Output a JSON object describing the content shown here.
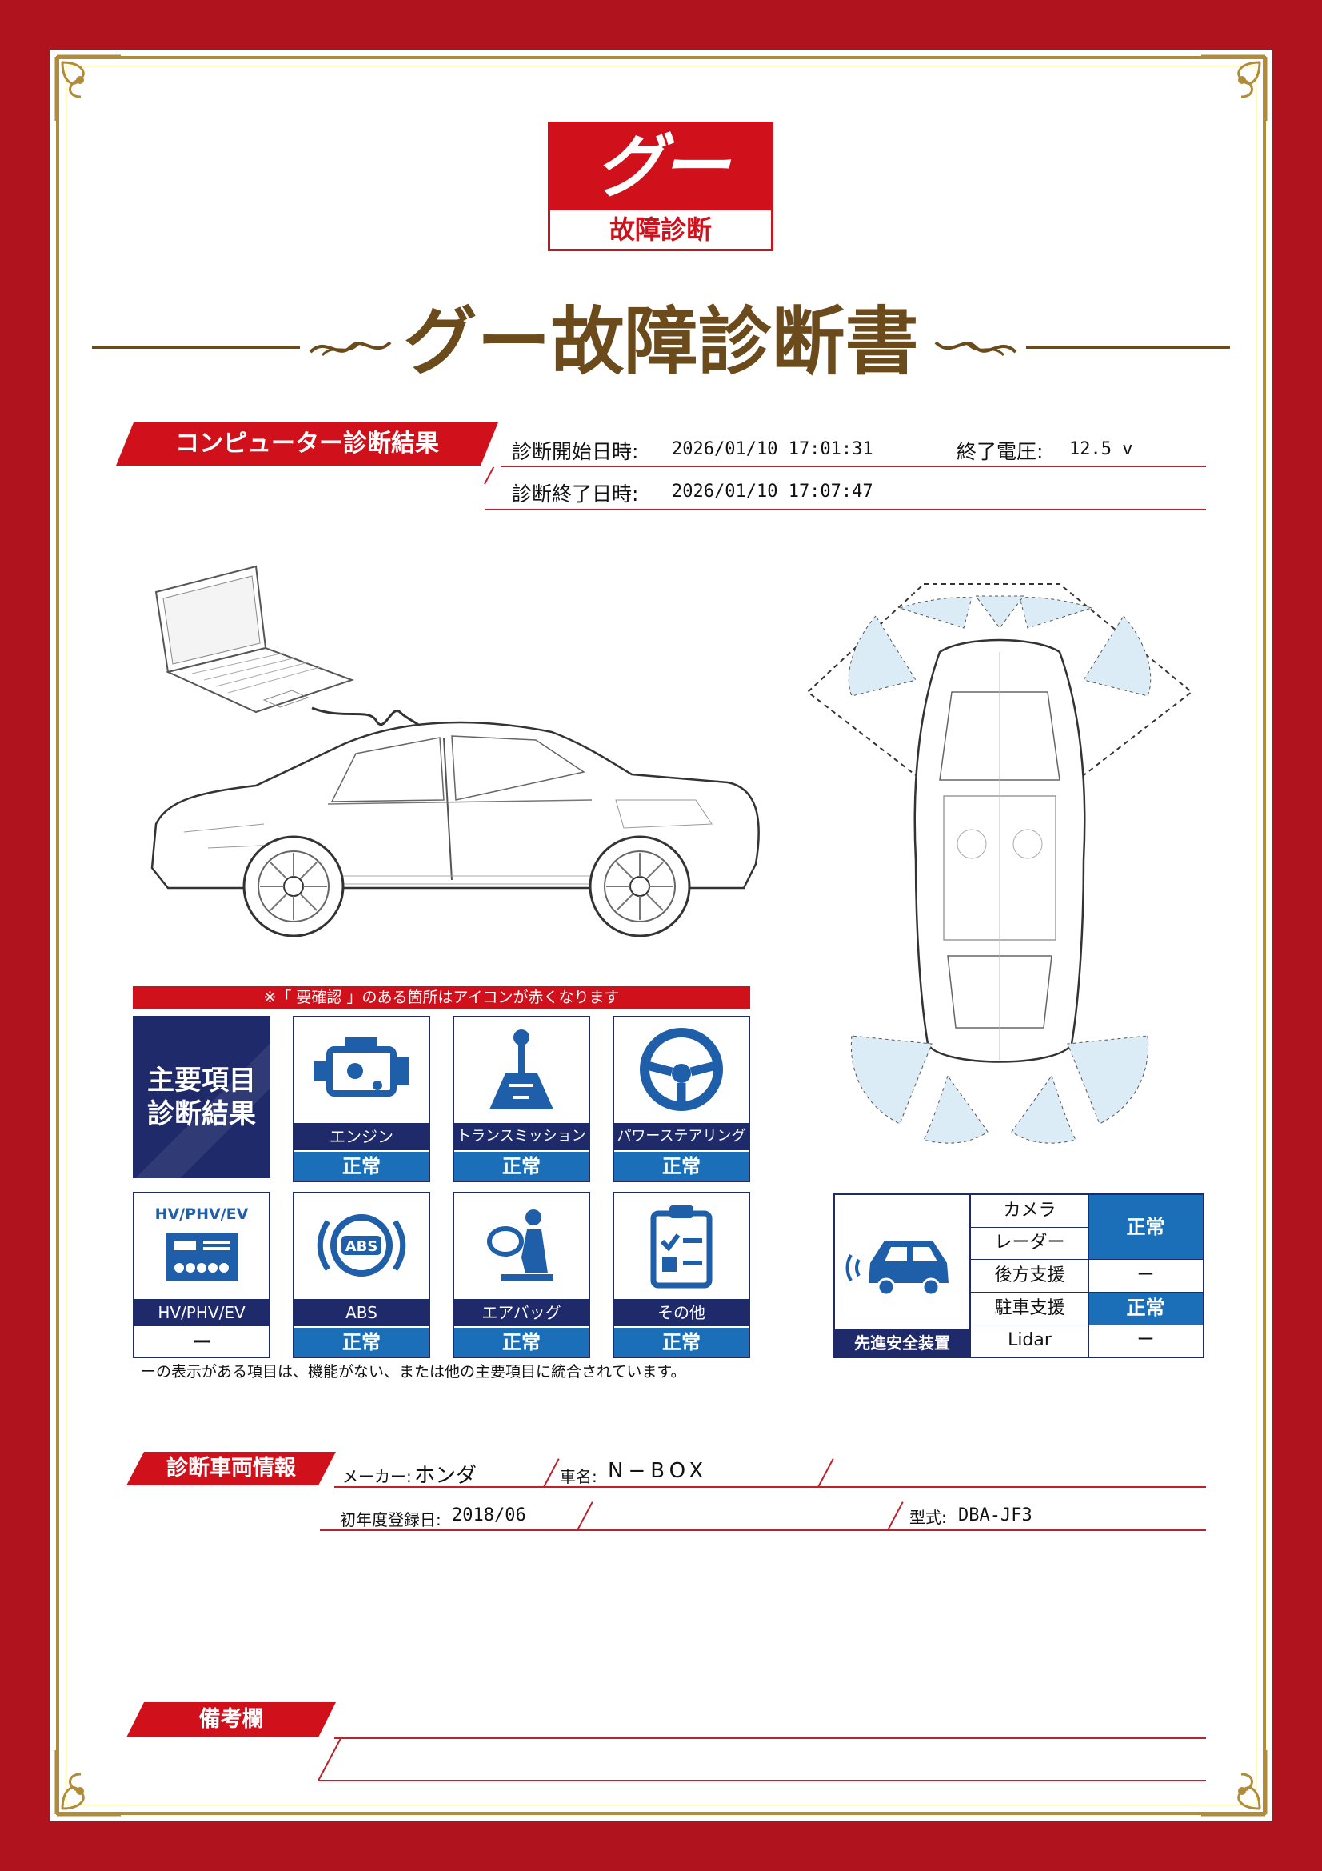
{
  "logo": {
    "mark": "グー",
    "subtitle": "故障診断"
  },
  "document_title": "グー故障診断書",
  "computer_diagnosis": {
    "section_title": "コンピューター診断結果",
    "start_label": "診断開始日時:",
    "start_value": "2026/01/10 17:01:31",
    "voltage_label": "終了電圧:",
    "voltage_value": "12.5 v",
    "end_label": "診断終了日時:",
    "end_value": "2026/01/10 17:07:47"
  },
  "notice": "※「 要確認 」のある箇所はアイコンが赤くなります",
  "main_items": {
    "header": [
      "主要項目",
      "診断結果"
    ],
    "items": [
      {
        "label": "エンジン",
        "status": "正常",
        "icon": "engine-icon"
      },
      {
        "label": "トランスミッション",
        "status": "正常",
        "icon": "transmission-icon"
      },
      {
        "label": "パワーステアリング",
        "status": "正常",
        "icon": "steering-wheel-icon"
      },
      {
        "label": "HV/PHV/EV",
        "status": "ー",
        "icon": "hv-battery-icon",
        "icon_caption": "HV/PHV/EV"
      },
      {
        "label": "ABS",
        "status": "正常",
        "icon": "abs-icon",
        "icon_caption": "ABS"
      },
      {
        "label": "エアバッグ",
        "status": "正常",
        "icon": "airbag-icon"
      },
      {
        "label": "その他",
        "status": "正常",
        "icon": "checklist-icon"
      }
    ],
    "footnote": "ーの表示がある項目は、機能がない、または他の主要項目に統合されています。"
  },
  "adas": {
    "title": "先進安全装置",
    "rows": [
      {
        "label": "カメラ"
      },
      {
        "label": "レーダー"
      },
      {
        "label": "後方支援",
        "status": "ー"
      },
      {
        "label": "駐車支援",
        "status": "正常"
      },
      {
        "label": "Lidar",
        "status": "ー"
      }
    ],
    "camera_radar_status": "正常"
  },
  "vehicle_info": {
    "section_title": "診断車両情報",
    "maker_label": "メーカー:",
    "maker_value": "ホンダ",
    "name_label": "車名:",
    "name_value": "N−BOX",
    "reg_label": "初年度登録日:",
    "reg_value": "2018/06",
    "model_label": "型式:",
    "model_value": "DBA-JF3"
  },
  "remarks": {
    "section_title": "備考欄"
  },
  "colors": {
    "frame_red": "#b0121e",
    "brand_red": "#d0111b",
    "navy": "#1f2a6b",
    "status_blue": "#1a6fb8",
    "gold": "#b08b3a",
    "title_brown": "#6b4a1c"
  }
}
